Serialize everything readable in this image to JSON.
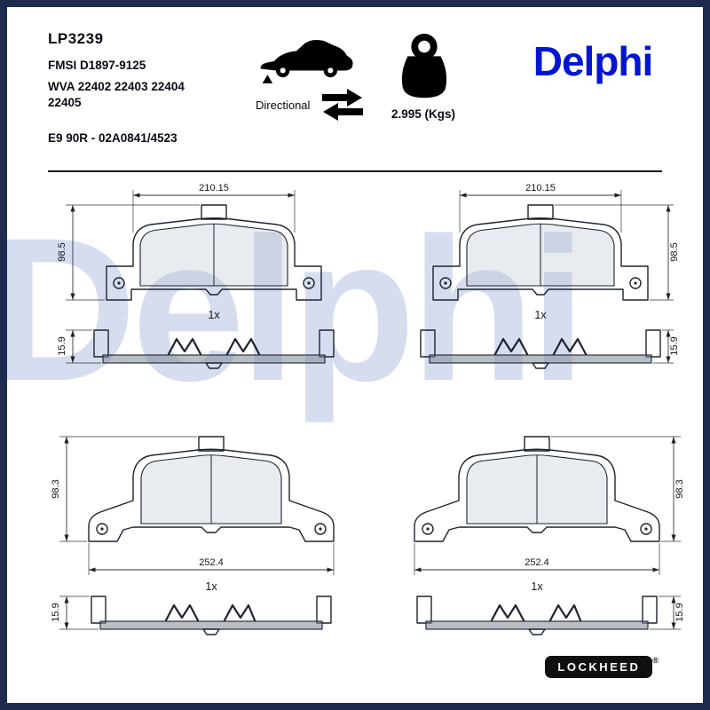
{
  "header": {
    "part_number": "LP3239",
    "fmsi": "FMSI D1897-9125",
    "wva_line1": "WVA 22402 22403 22404",
    "wva_line2": "22405",
    "homologation": "E9 90R - 02A0841/4523",
    "directional_label": "Directional",
    "weight_value": "2.995 (Kgs)",
    "brand": "Delphi"
  },
  "watermark": "Delphi",
  "drawings": {
    "pad_top": {
      "width": "210.15",
      "height": "98.5",
      "accessory_height": "15.9",
      "quantity": "1x"
    },
    "pad_bottom": {
      "width": "252.4",
      "height": "98.3",
      "accessory_height": "15.9",
      "quantity": "1x"
    }
  },
  "footer": {
    "brand": "LOCKHEED",
    "registered": "®"
  },
  "colors": {
    "brand_blue": "#0016d0",
    "watermark_blue": "#bcc7e6",
    "border_navy": "#1d2c4e",
    "line_dark": "#1d2330"
  }
}
